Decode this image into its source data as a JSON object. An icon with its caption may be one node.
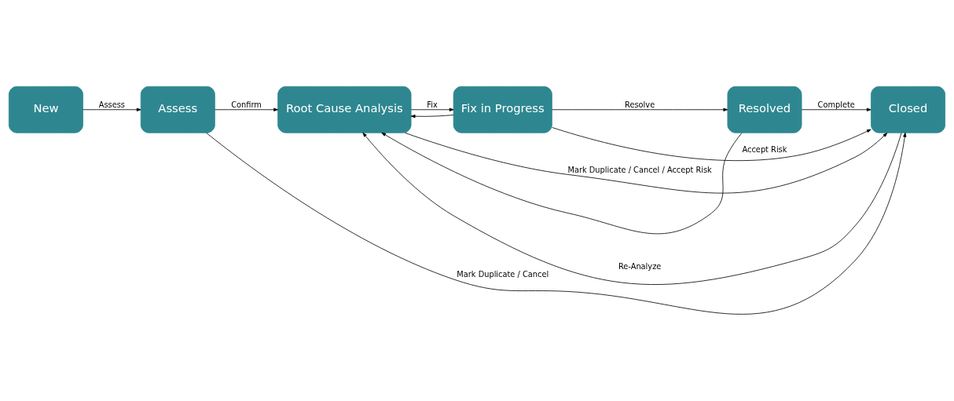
{
  "diagram": {
    "nodes": [
      {
        "text": [
          "New"
        ]
      },
      {
        "text": [
          "Assess"
        ]
      },
      {
        "text": [
          "Root Cause Analysis"
        ]
      },
      {
        "text": [
          "Fix in Progress"
        ]
      },
      {
        "text": [
          "Resolved"
        ]
      },
      {
        "text": [
          "Closed"
        ]
      }
    ],
    "edges": [
      {
        "from": 0,
        "to": 1,
        "arrow": "to",
        "label": "Assess"
      },
      {
        "from": 1,
        "to": 2,
        "arrow": "to",
        "label": "Confirm"
      },
      {
        "from": 2,
        "to": 3,
        "arrow": "to",
        "label": "Fix"
      },
      {
        "from": 3,
        "to": 4,
        "arrow": "to",
        "label": "Resolve"
      },
      {
        "from": 4,
        "to": 5,
        "arrow": "to",
        "label": "Complete"
      },
      {
        "from": 1,
        "to": 5,
        "arrow": "to",
        "label": "Mark Duplicate / Cancel"
      },
      {
        "from": 5,
        "to": 2,
        "arrow": "to",
        "label": "Re-Analyze"
      },
      {
        "from": 3,
        "to": 2,
        "arrow": "to"
      },
      {
        "from": 4,
        "to": 2,
        "arrow": "to"
      },
      {
        "from": 3,
        "to": 5,
        "arrow": "to",
        "label": "Accept Risk"
      },
      {
        "from": 2,
        "to": 5,
        "arrow": "to",
        "label": "Mark Duplicate / Cancel / Accept Risk"
      }
    ]
  }
}
